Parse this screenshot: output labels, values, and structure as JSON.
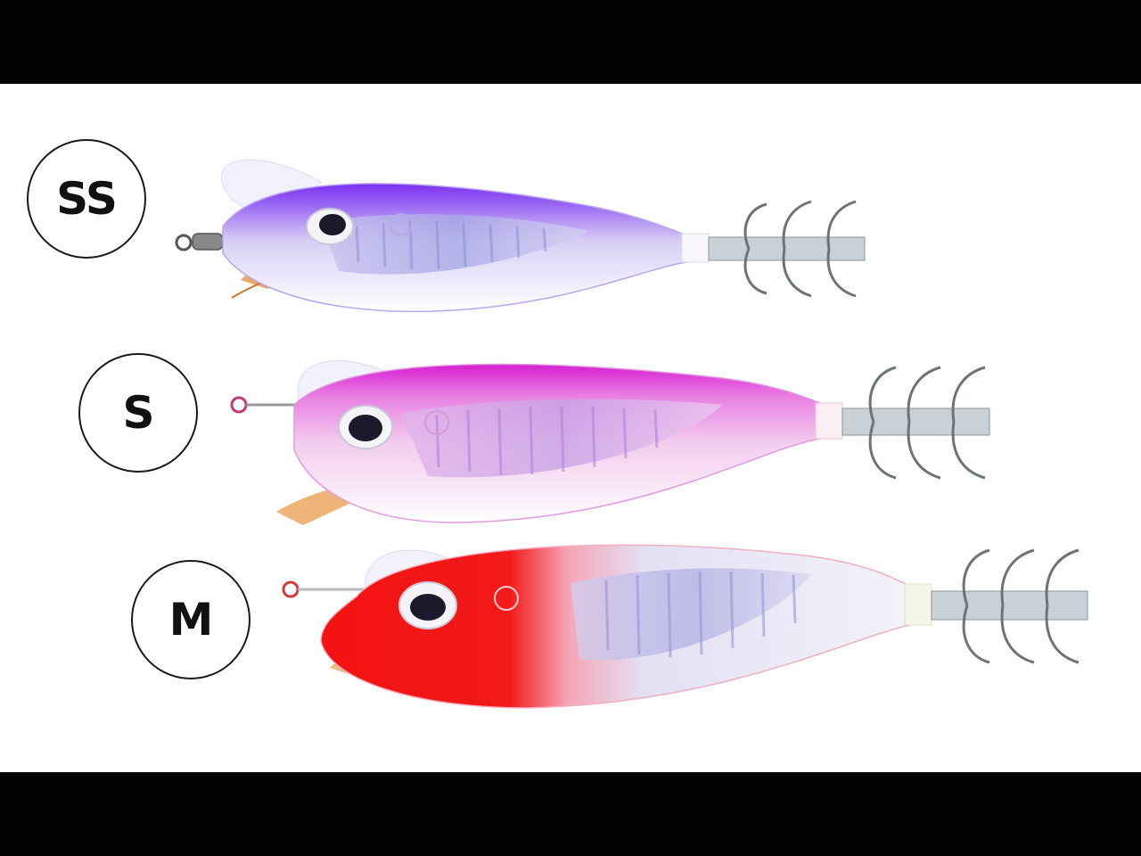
{
  "badges": [
    {
      "label": "SS"
    },
    {
      "label": "S"
    },
    {
      "label": "M"
    }
  ],
  "lures": [
    {
      "size": "SS",
      "color": "purple",
      "top_hex": "#8a3cf0",
      "body_hex": "#d9ccf5"
    },
    {
      "size": "S",
      "color": "pink",
      "top_hex": "#e040d8",
      "body_hex": "#f2cdef"
    },
    {
      "size": "M",
      "color": "red-head",
      "top_hex": "#f41010",
      "body_hex": "#e6e2f5"
    }
  ],
  "colors": {
    "letterbox": "#000000",
    "background": "#ffffff",
    "badge_border": "#1a1a1a",
    "badge_text": "#111111"
  }
}
